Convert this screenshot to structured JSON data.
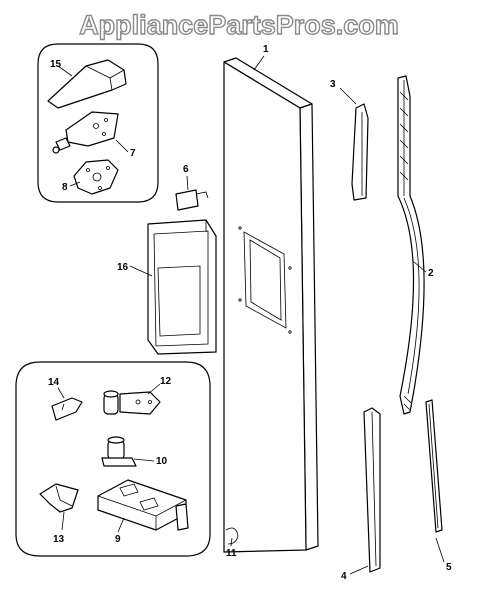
{
  "watermark": "AppliancePartsPros.com",
  "callouts": {
    "door": "1",
    "handle": "2",
    "handle_trim_top": "3",
    "handle_trim_bottom": "4",
    "door_seal_strip": "5",
    "switch": "6",
    "hinge_top_bracket": "7",
    "hinge_plate": "8",
    "bottom_hinge_bracket": "9",
    "hinge_pin_bottom": "10",
    "door_stop": "11",
    "hinge_pin_top": "12",
    "bracket_lower": "13",
    "bracket_upper": "14",
    "hinge_cover": "15",
    "dispenser_panel": "16"
  },
  "colors": {
    "line": "#000000",
    "watermark_fill": "#ffffff",
    "watermark_outline": "#8a8a8a",
    "background": "#ffffff"
  }
}
